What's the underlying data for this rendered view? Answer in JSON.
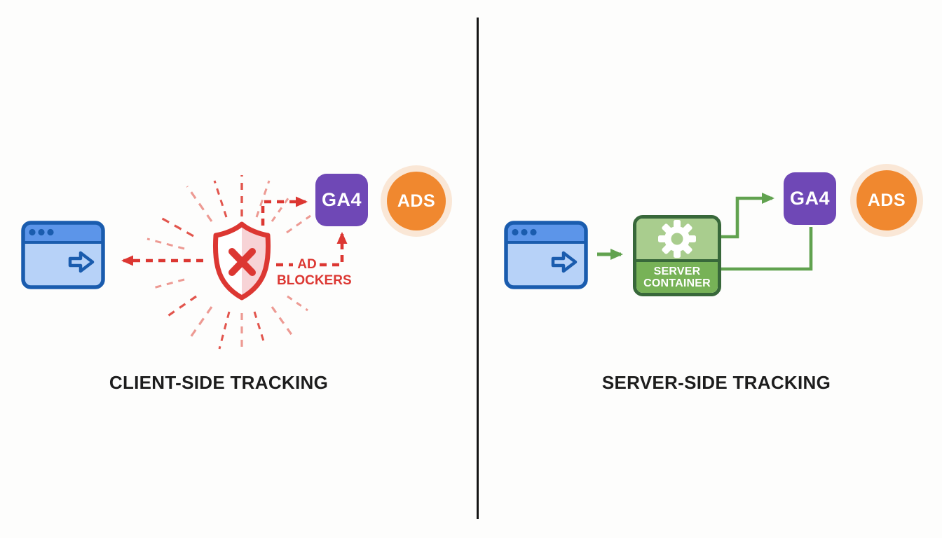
{
  "left": {
    "title": "CLIENT-SIDE TRACKING",
    "ga4_label": "GA4",
    "ads_label": "ADS",
    "ad_blockers_line1": "AD",
    "ad_blockers_line2": "BLOCKERS"
  },
  "right": {
    "title": "SERVER-SIDE TRACKING",
    "ga4_label": "GA4",
    "ads_label": "ADS",
    "server_container_line1": "SERVER",
    "server_container_line2": "CONTAINER"
  },
  "colors": {
    "red": "#DC3732",
    "burst_red_light": "#ED9A93",
    "burst_red_dark": "#E2554D",
    "shield_pink": "#F7D3D6",
    "browser_border_blue": "#1A5CAE",
    "browser_header_blue": "#5C95E9",
    "browser_body_blue": "#B7D2F8",
    "green_line": "#61A24F",
    "container_border_green": "#38683A",
    "container_top_green": "#A9CD8E",
    "container_bottom_green": "#77B257",
    "ga4_purple": "#6F48B6",
    "ads_orange": "#F0882F",
    "ads_halo": "#FAE7D6",
    "title_text": "#1D1D1D",
    "divider": "#151515"
  }
}
